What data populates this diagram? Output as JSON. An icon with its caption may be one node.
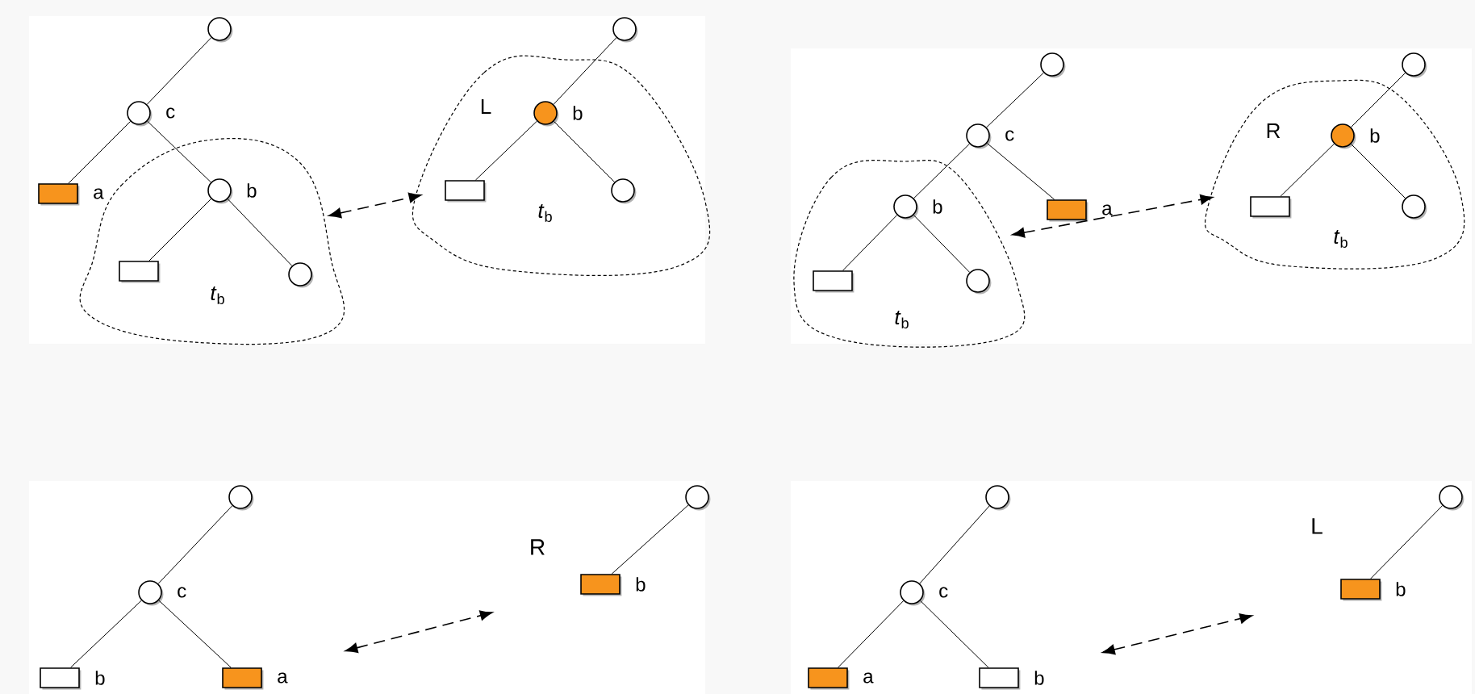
{
  "diagram": {
    "nodes": [
      {
        "text": [],
        "shape": "circle"
      },
      {
        "text": [],
        "shape": "circle",
        "beside": [
          "c"
        ]
      },
      {
        "text": [],
        "shape": "box",
        "beside": [
          "a"
        ]
      },
      {
        "text": [
          "*t*$_{b}$"
        ]
      },
      {
        "text": [],
        "shape": "circle",
        "in": 3,
        "beside": [
          "b"
        ]
      },
      {
        "text": [],
        "shape": "box",
        "in": 3
      },
      {
        "text": [],
        "shape": "circle",
        "in": 3
      },
      {
        "text": [
          "L",
          "*t*$_{b}$"
        ]
      },
      {
        "text": [],
        "shape": "circle"
      },
      {
        "text": [],
        "shape": "circle",
        "in": 7,
        "beside": [
          "b"
        ]
      },
      {
        "text": [],
        "shape": "box",
        "in": 7
      },
      {
        "text": [],
        "shape": "circle",
        "in": 7
      },
      {
        "text": [],
        "shape": "circle"
      },
      {
        "text": [],
        "shape": "circle",
        "beside": [
          "c"
        ]
      },
      {
        "text": [],
        "shape": "box",
        "beside": [
          "a"
        ]
      },
      {
        "text": [
          "*t*$_{b}$"
        ]
      },
      {
        "text": [],
        "shape": "circle",
        "in": 15,
        "beside": [
          "b"
        ]
      },
      {
        "text": [],
        "shape": "box",
        "in": 15
      },
      {
        "text": [],
        "shape": "circle",
        "in": 15
      },
      {
        "text": [
          "R",
          "*t*$_{b}$"
        ]
      },
      {
        "text": [],
        "shape": "circle"
      },
      {
        "text": [],
        "shape": "circle",
        "in": 19,
        "beside": [
          "b"
        ]
      },
      {
        "text": [],
        "shape": "box",
        "in": 19
      },
      {
        "text": [],
        "shape": "circle",
        "in": 19
      },
      {
        "text": [],
        "shape": "circle"
      },
      {
        "text": [],
        "shape": "circle",
        "beside": [
          "c"
        ]
      },
      {
        "text": [],
        "shape": "box",
        "beside": [
          "b"
        ]
      },
      {
        "text": [],
        "shape": "box",
        "beside": [
          "a"
        ]
      },
      {
        "text": [],
        "shape": "circle"
      },
      {
        "text": [],
        "shape": "box",
        "beside": [
          "b"
        ]
      },
      {
        "text": [],
        "shape": "circle"
      },
      {
        "text": [],
        "shape": "circle",
        "beside": [
          "c"
        ]
      },
      {
        "text": [],
        "shape": "box",
        "beside": [
          "a"
        ]
      },
      {
        "text": [],
        "shape": "box",
        "beside": [
          "b"
        ]
      },
      {
        "text": [],
        "shape": "circle"
      },
      {
        "text": [],
        "shape": "box",
        "beside": [
          "b"
        ]
      }
    ],
    "edges": [
      {
        "from": 0,
        "to": 1,
        "arrow": "none"
      },
      {
        "from": 1,
        "to": 2,
        "arrow": "none"
      },
      {
        "from": 1,
        "to": 4,
        "arrow": "none"
      },
      {
        "from": 4,
        "to": 5,
        "arrow": "none"
      },
      {
        "from": 4,
        "to": 6,
        "arrow": "none"
      },
      {
        "from": 8,
        "to": 9,
        "arrow": "none"
      },
      {
        "from": 9,
        "to": 10,
        "arrow": "none"
      },
      {
        "from": 9,
        "to": 11,
        "arrow": "none"
      },
      {
        "from": 3,
        "to": 7,
        "arrow": "both",
        "style": "dashed"
      },
      {
        "from": 12,
        "to": 13,
        "arrow": "none"
      },
      {
        "from": 13,
        "to": 16,
        "arrow": "none"
      },
      {
        "from": 13,
        "to": 14,
        "arrow": "none"
      },
      {
        "from": 16,
        "to": 17,
        "arrow": "none"
      },
      {
        "from": 16,
        "to": 18,
        "arrow": "none"
      },
      {
        "from": 20,
        "to": 21,
        "arrow": "none"
      },
      {
        "from": 21,
        "to": 22,
        "arrow": "none"
      },
      {
        "from": 21,
        "to": 23,
        "arrow": "none"
      },
      {
        "from": 15,
        "to": 19,
        "arrow": "both",
        "style": "dashed"
      },
      {
        "from": 24,
        "to": 25,
        "arrow": "none"
      },
      {
        "from": 25,
        "to": 26,
        "arrow": "none"
      },
      {
        "from": 25,
        "to": 27,
        "arrow": "none"
      },
      {
        "from": 28,
        "to": 29,
        "arrow": "none"
      },
      {
        "from": 27,
        "to": 29,
        "arrow": "both",
        "style": "dashed"
      },
      {
        "from": 30,
        "to": 31,
        "arrow": "none"
      },
      {
        "from": 31,
        "to": 32,
        "arrow": "none"
      },
      {
        "from": 31,
        "to": 33,
        "arrow": "none"
      },
      {
        "from": 34,
        "to": 35,
        "arrow": "none"
      },
      {
        "from": 33,
        "to": 35,
        "arrow": "both",
        "style": "dashed"
      }
    ],
    "labels": [
      "R",
      "L"
    ]
  }
}
